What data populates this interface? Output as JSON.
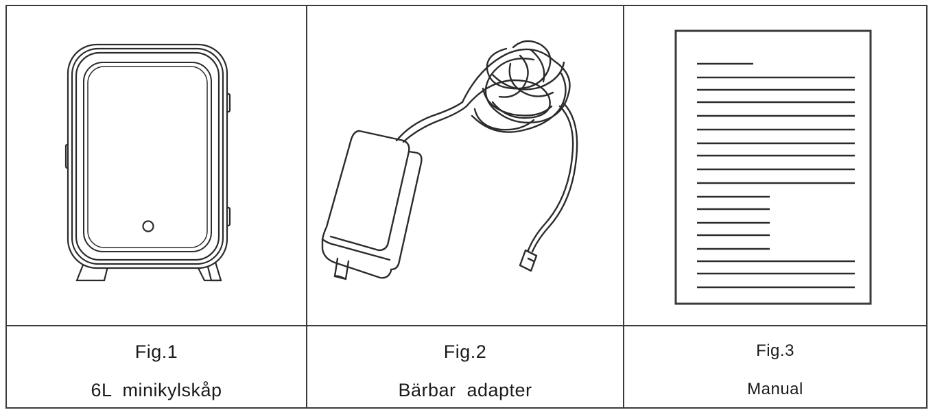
{
  "items": [
    {
      "figure": "Fig.1",
      "description": "6L  minikylskåp",
      "icon": "mini-fridge-icon"
    },
    {
      "figure": "Fig.2",
      "description": "Bärbar  adapter",
      "icon": "power-adapter-icon"
    },
    {
      "figure": "Fig.3",
      "description": "Manual",
      "icon": "manual-document-icon"
    }
  ],
  "colors": {
    "line": "#3a3a3a",
    "drawing": "#2b2b2b",
    "background": "#ffffff"
  }
}
